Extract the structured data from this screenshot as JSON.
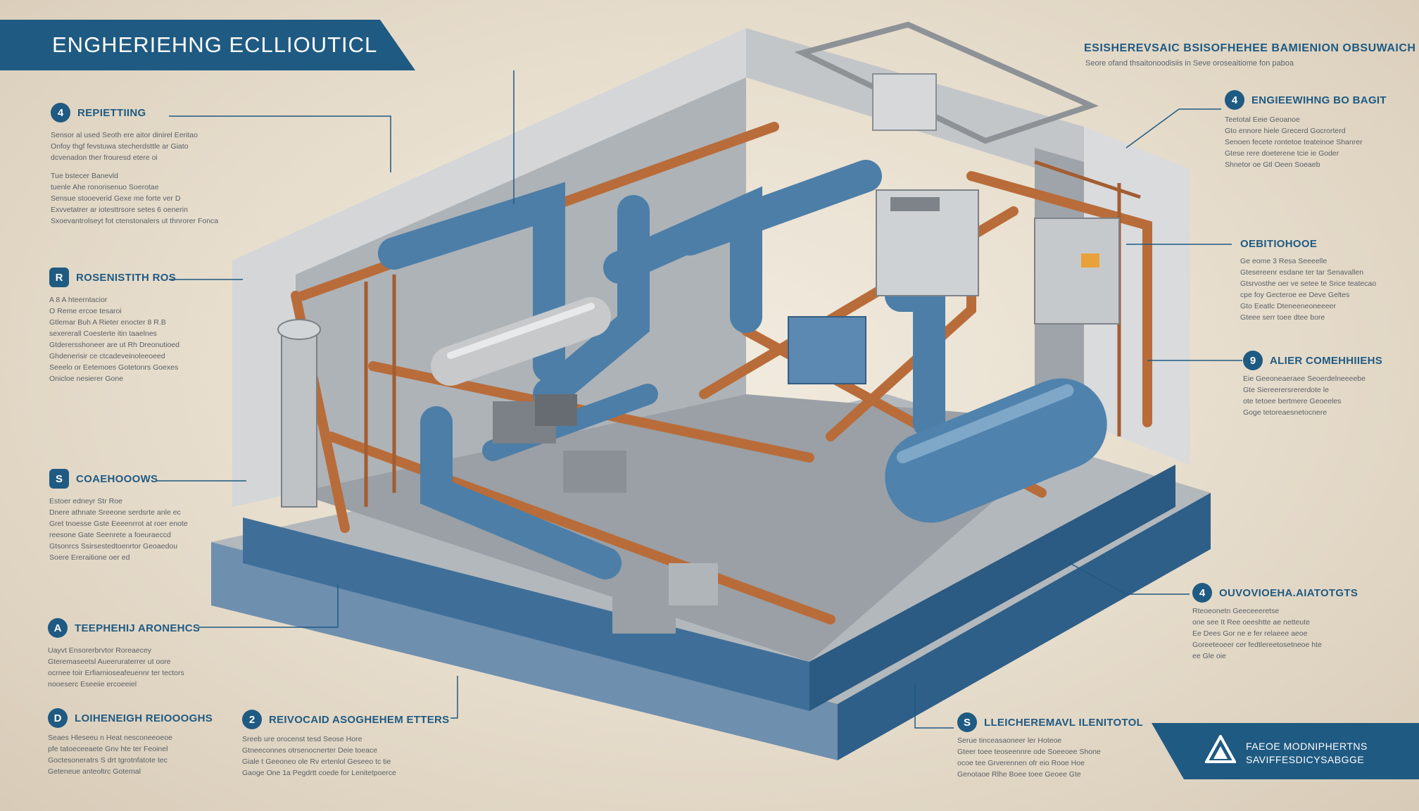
{
  "header": {
    "title": "ENGHERIEHNG ECLLIOUTICL",
    "right_title": "ESISHEREVSAIC BSISOFHEHEE BAMIENION OBSUWAICH",
    "right_subtitle": "Seore ofand thsaitonoodisiis in Seve oroseaitiome fon paboa"
  },
  "callouts": [
    {
      "num": "4",
      "title": "REPIETTIING",
      "lines": [
        "Sensor al used Seoth ere aitor dinirel Eeritao",
        "Onfoy thgf fevstuwa stecherdsttle ar Giato",
        "dcvenadon ther frouresd etere oi"
      ],
      "lines2": [
        "Tue bstecer Banevld",
        "tuenle Ahe ronorisenuo Soerotae",
        "Sensue stooeverid Gexe me forte ver D",
        "Exvvetatrer ar iotesttrsore setes 6 oenerin",
        "Sxoevantrolseyt fot ctenstonalers ut thnrorer Fonca"
      ]
    },
    {
      "num": "R",
      "title": "ROSENISTITH ROS",
      "lines": [
        "A 8 A hteerntacior",
        "O Reme ercoe tesaroi",
        "Gtlemar Buh A Rieter enocter 8 R.B",
        "sexererall Coesterte itin taaelnes",
        "Gtderersshoneer are ut Rh Dreonutioed",
        "Ghdenerisir ce ctcadeveinoleeoeed",
        "Seeelo or Eetemoes Gotetonrs Goexes",
        "Onicloe nesierer Gone"
      ],
      "lines2": []
    },
    {
      "num": "S",
      "title": "COAEHOOOWS",
      "lines": [
        "Estoer edneyr Str Roe",
        "Dnere athnate Sreeone serdsrte anle ec",
        "Gret tnoesse Gste Eeeenrrot at roer enote",
        "reesone Gate Seenrete a foeuraeccd",
        "Gtsonrcs Ssirsestedtoenrtor Geoaedou",
        "Soere Ereraitione oer ed"
      ],
      "lines2": []
    },
    {
      "num": "A",
      "title": "TEEPHEHIJ ARONEHCS",
      "lines": [
        "Uayvt Ensorerbrvtor Roreaecey",
        "Gteremaseetsl Aueeruraterrer ut oore",
        "ocrnee toir Erfiarnioseafeuennr ter tectors",
        "nooeserc Eseeiie ercoeeiel"
      ],
      "lines2": []
    },
    {
      "num": "D",
      "title": "LOIHENEIGH REIOOOGHS",
      "lines": [
        "Seaes Hleseeu n Heat nesconeeoeoe",
        "pfe tatoeceeaete Gnv hte ter Feoinel",
        "Goctesoneratrs S drt tgrotnfatote tec",
        "Geteneue anteoltrc Gotemal"
      ],
      "lines2": []
    },
    {
      "num": "2",
      "title": "REIVOCAID ASOGHEHEM ETTERS",
      "lines": [
        "Sreeb ure orocenst tesd Seose Hore",
        "Gtneeconnes otrsenocnerter Deie toeace",
        "Giale t Geeoneo ole Rv ertenlol Geseeo tc tie",
        "Gaoge One 1a Pegdrtt coede for Lenitetpoerce"
      ],
      "lines2": []
    },
    {
      "num": "4",
      "title": "ENGIEEWIHNG BO BAGIT",
      "lines": [
        "Teetotal Eeie Geoanoe",
        "Gto ennore hiele Grecerd Gocrorterd",
        "Senoen fecete rontetoe teateinoe Shanrer",
        "Gtese rere doeterene tcie ie Goder",
        "Shnetor oe Gtl Oeen Soeaeb"
      ],
      "lines2": []
    },
    {
      "num": "",
      "title": "OEBITIOHOOE",
      "lines": [
        "Ge eome 3 Resa Seeeelle",
        "Gtesereenr esdane ter tar Senavallen",
        "Gtsrvosthe oer ve setee te Srice teatecao",
        "cpe foy Gecteroe ee Deve Geltes",
        "Gto Eeatlc Dteneeneoneeeer",
        "Gteee serr toee dtee bore"
      ],
      "lines2": []
    },
    {
      "num": "9",
      "title": "ALIER COMEHHIIEHS",
      "lines": [
        "Eie Geeoneaeraee Seoerdelneeeebe",
        "Gte Siereerersrererdote le",
        "ote tetoee bertmere Geoeeles",
        "Goge tetoreaesnetocnere"
      ],
      "lines2": []
    },
    {
      "num": "4",
      "title": "OUVOVIOEHA.AIATOTGTS",
      "lines": [
        "Rteoeonetn Geeceeeretse",
        "one see It Ree oeeshtte ae netteute",
        "Ee Dees Gor ne e fer relaeee aeoe",
        "Goreeteoeer cer fedtlereetosetneoe hte",
        "ee Gle oie"
      ],
      "lines2": []
    },
    {
      "num": "S",
      "title": "LLEICHEREMAVL ILENITOTOL",
      "lines": [
        "Serue tinceasaoneer ler Hoteoe",
        "Gteer toee teoseennre ode Soeeoee Shone",
        "ocoe tee Grverennen ofr eio Rooe Hoe",
        "Genotaoe Rlhe Boee toee Geoee Gte"
      ],
      "lines2": []
    }
  ],
  "footer": {
    "line1": "FAEOE MODNIPHERTNS",
    "line2": "SAVIFFESDICYSABGGE"
  },
  "colors": {
    "accent": "#1f5a82",
    "pipe_blue": "#4c7ea8",
    "pipe_copper": "#b86c3a",
    "concrete": "#c9cbcd",
    "background": "#e9e1d2"
  }
}
